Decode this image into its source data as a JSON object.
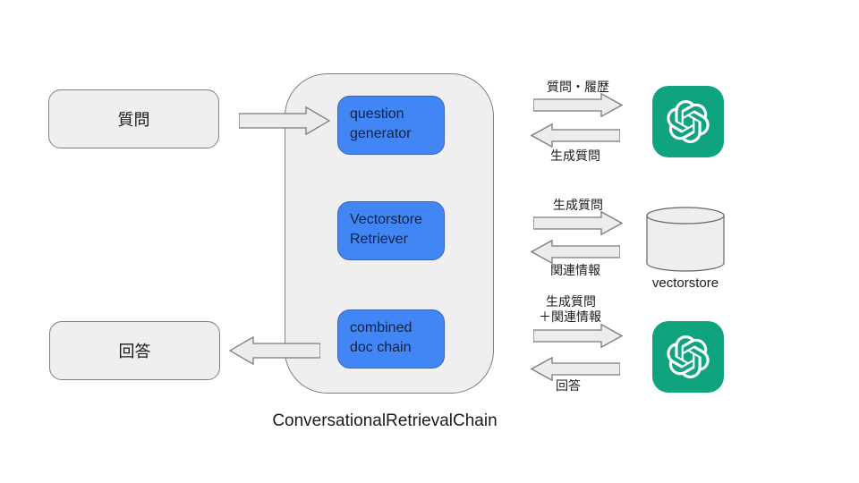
{
  "title": "ConversationalRetrievalChain",
  "nodes": {
    "question": {
      "label": "質問"
    },
    "answer": {
      "label": "回答"
    },
    "components": {
      "question_generator": {
        "label": "question generator"
      },
      "vectorstore_retriever": {
        "label": "Vectorstore Retriever"
      },
      "combined_doc_chain": {
        "label": "combined doc chain"
      }
    },
    "vectorstore": {
      "label": "vectorstore",
      "icon": "database-cylinder"
    },
    "llm_top": {
      "icon": "openai-logo"
    },
    "llm_bottom": {
      "icon": "openai-logo"
    }
  },
  "edges": {
    "question_input": {
      "direction": "right"
    },
    "answer_output": {
      "direction": "left"
    },
    "question_history": {
      "label": "質問・履歴",
      "direction": "right"
    },
    "generated_question_return": {
      "label": "生成質問",
      "direction": "left"
    },
    "generated_question": {
      "label": "生成質問",
      "direction": "right"
    },
    "related_info": {
      "label": "関連情報",
      "direction": "left"
    },
    "generated_plus_related": {
      "line1": "生成質問",
      "line2": "＋関連情報",
      "direction": "right"
    },
    "answer_return": {
      "label": "回答",
      "direction": "left"
    }
  },
  "colors": {
    "component_blue": "#4285f4",
    "openai_green": "#10a37f",
    "box_gray": "#efefef",
    "arrow_gray": "#ececec"
  }
}
